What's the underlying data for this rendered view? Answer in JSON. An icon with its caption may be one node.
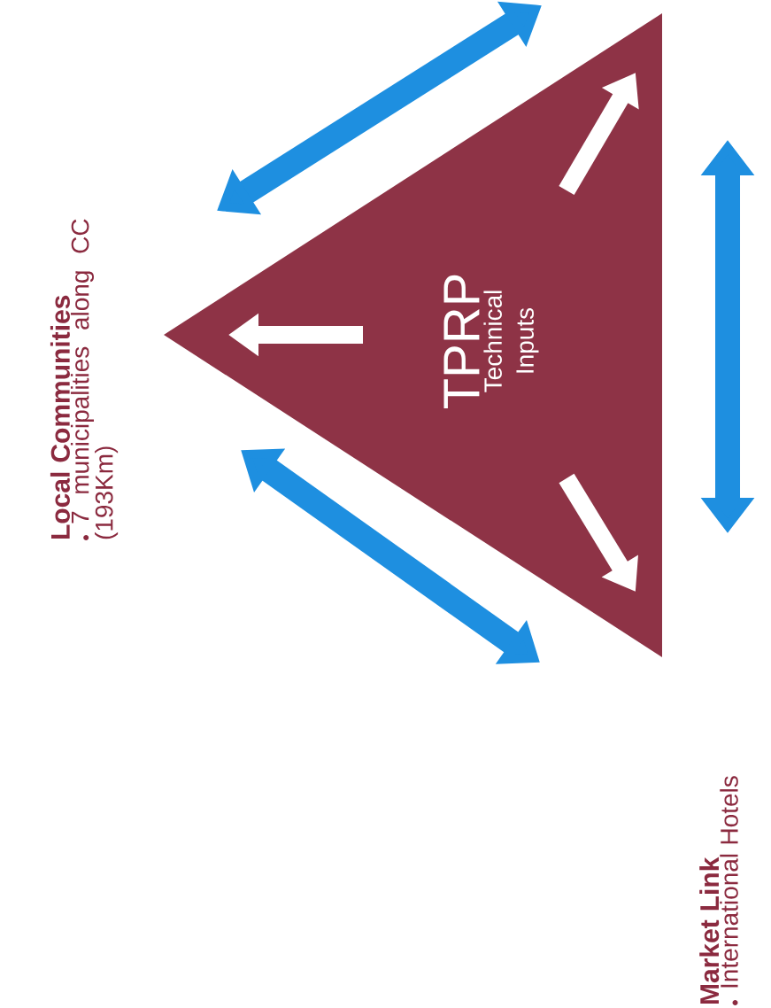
{
  "diagram": {
    "nodes": [
      {
        "text": [
          "TPRP",
          "Technical Inputs"
        ]
      },
      {
        "text": [
          "Local Communities",
          "7 municipalities along CC (193Km)"
        ]
      },
      {
        "text": [
          "Market Link",
          "International Hotels"
        ]
      }
    ]
  }
}
